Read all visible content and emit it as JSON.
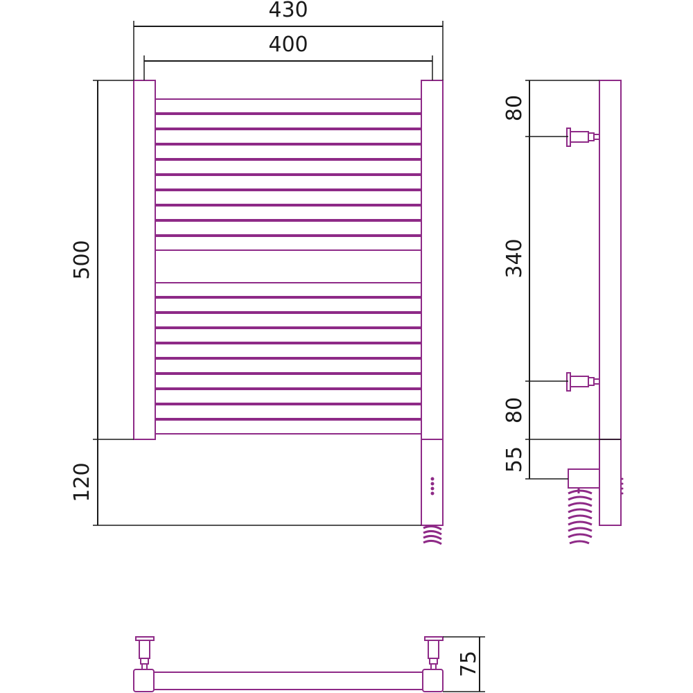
{
  "colors": {
    "product": "#8e2a87",
    "dimension": "#1a1a1a",
    "background": "#ffffff"
  },
  "front_view": {
    "dim_overall_width": "430",
    "dim_inner_width": "400",
    "dim_height": "500",
    "dim_cable_offset": "120",
    "upper_rail_count": 10,
    "lower_rail_count": 10
  },
  "side_view": {
    "dim_top_mount": "80",
    "dim_mount_spacing": "340",
    "dim_bottom_mount": "80",
    "dim_cable_entry": "55"
  },
  "top_view": {
    "dim_depth": "75"
  }
}
